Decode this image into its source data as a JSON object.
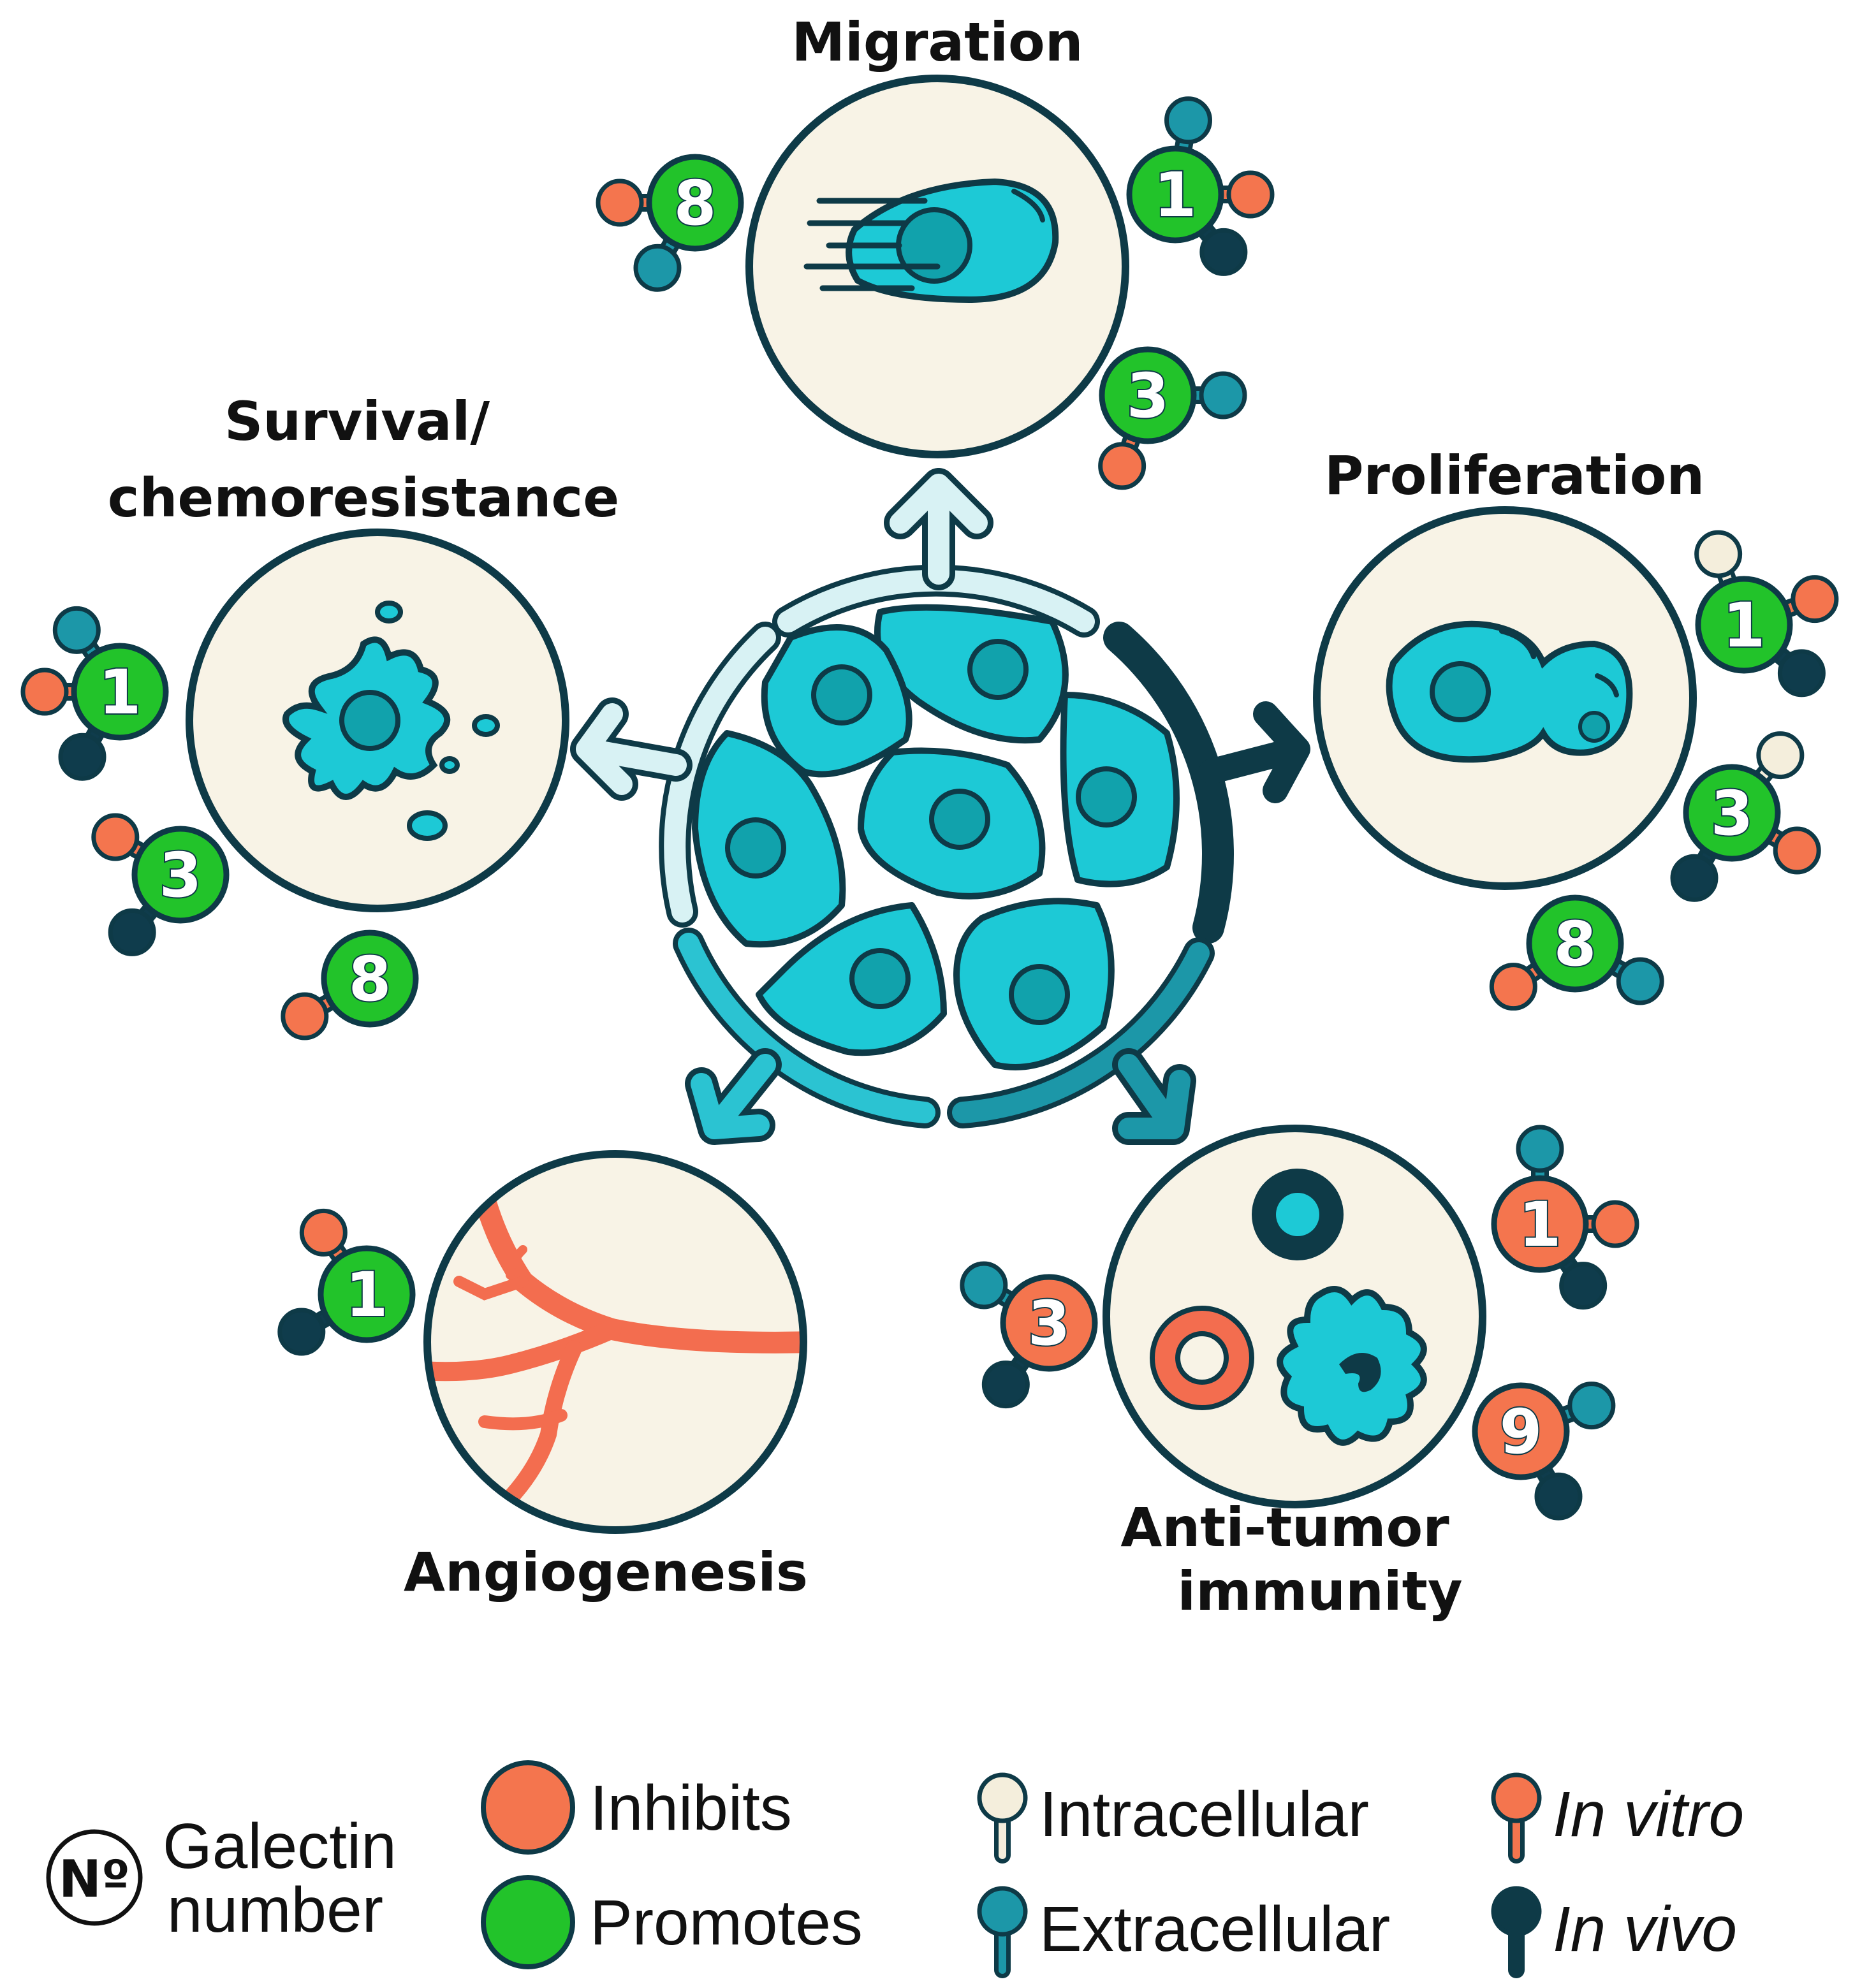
{
  "titles": {
    "migration": "Migration",
    "survival_line1": "Survival/",
    "survival_line2": "chemoresistance",
    "proliferation": "Proliferation",
    "angiogenesis": "Angiogenesis",
    "antitumor_line1": "Anti-tumor",
    "antitumor_line2": "immunity"
  },
  "colors": {
    "promotes": "#22C32A",
    "inhibits": "#F4754E",
    "intracellular": "#F4EEDC",
    "extracellular": "#1C97A8",
    "in_vitro": "#F4754E",
    "in_vivo": "#0F3C4C",
    "cell": "#1DC9D6",
    "nucleus": "#11A2AC",
    "outline": "#0E3A47",
    "panel_bg": "#F8F3E6",
    "vessel": "#F36D4F"
  },
  "galectins": {
    "migration": [
      {
        "number": "8",
        "effect": "promotes",
        "pins": [
          "in-vitro",
          "extracellular"
        ]
      },
      {
        "number": "1",
        "effect": "promotes",
        "pins": [
          "extracellular",
          "in-vitro",
          "in-vivo"
        ]
      },
      {
        "number": "3",
        "effect": "promotes",
        "pins": [
          "extracellular",
          "in-vitro"
        ]
      }
    ],
    "survival": [
      {
        "number": "1",
        "effect": "promotes",
        "pins": [
          "extracellular",
          "in-vitro",
          "in-vivo"
        ]
      },
      {
        "number": "3",
        "effect": "promotes",
        "pins": [
          "in-vitro",
          "in-vivo"
        ]
      },
      {
        "number": "8",
        "effect": "promotes",
        "pins": [
          "in-vitro"
        ]
      }
    ],
    "proliferation": [
      {
        "number": "1",
        "effect": "promotes",
        "pins": [
          "intracellular",
          "in-vitro",
          "in-vivo"
        ]
      },
      {
        "number": "3",
        "effect": "promotes",
        "pins": [
          "intracellular",
          "in-vitro",
          "in-vivo"
        ]
      },
      {
        "number": "8",
        "effect": "promotes",
        "pins": [
          "in-vitro",
          "extracellular"
        ]
      }
    ],
    "angiogenesis": [
      {
        "number": "1",
        "effect": "promotes",
        "pins": [
          "in-vitro",
          "in-vivo"
        ]
      }
    ],
    "antitumor": [
      {
        "number": "1",
        "effect": "inhibits",
        "pins": [
          "extracellular",
          "in-vitro",
          "in-vivo"
        ]
      },
      {
        "number": "3",
        "effect": "inhibits",
        "pins": [
          "extracellular",
          "in-vivo"
        ]
      },
      {
        "number": "9",
        "effect": "inhibits",
        "pins": [
          "extracellular",
          "in-vivo"
        ]
      }
    ]
  },
  "legend": {
    "number_symbol": "Nº",
    "galectin_line1": "Galectin",
    "galectin_line2": "number",
    "inhibits": "Inhibits",
    "promotes": "Promotes",
    "intracellular": "Intracellular",
    "extracellular": "Extracellular",
    "in_vitro": "In vitro",
    "in_vivo": "In vivo"
  }
}
